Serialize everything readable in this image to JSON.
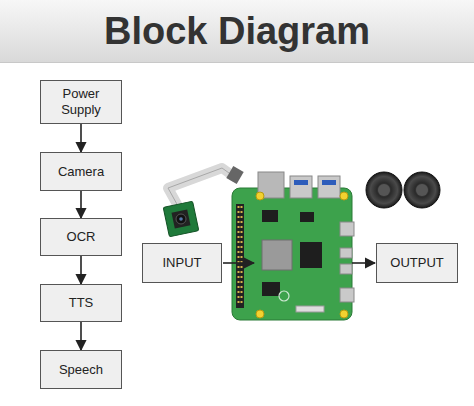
{
  "diagram": {
    "title": "Block Diagram",
    "nodes": [
      {
        "text": [
          "Power Supply"
        ]
      },
      {
        "text": [
          "Camera"
        ]
      },
      {
        "text": [
          "OCR"
        ]
      },
      {
        "text": [
          "TTS"
        ]
      },
      {
        "text": [
          "Speech"
        ]
      },
      {
        "text": [
          "INPUT"
        ]
      },
      {
        "text": [
          "OUTPUT"
        ]
      }
    ],
    "edges": [
      {
        "from": 0,
        "to": 1,
        "arrow": "to"
      },
      {
        "from": 1,
        "to": 2,
        "arrow": "to"
      },
      {
        "from": 2,
        "to": 3,
        "arrow": "to"
      },
      {
        "from": 3,
        "to": 4,
        "arrow": "to"
      }
    ]
  }
}
